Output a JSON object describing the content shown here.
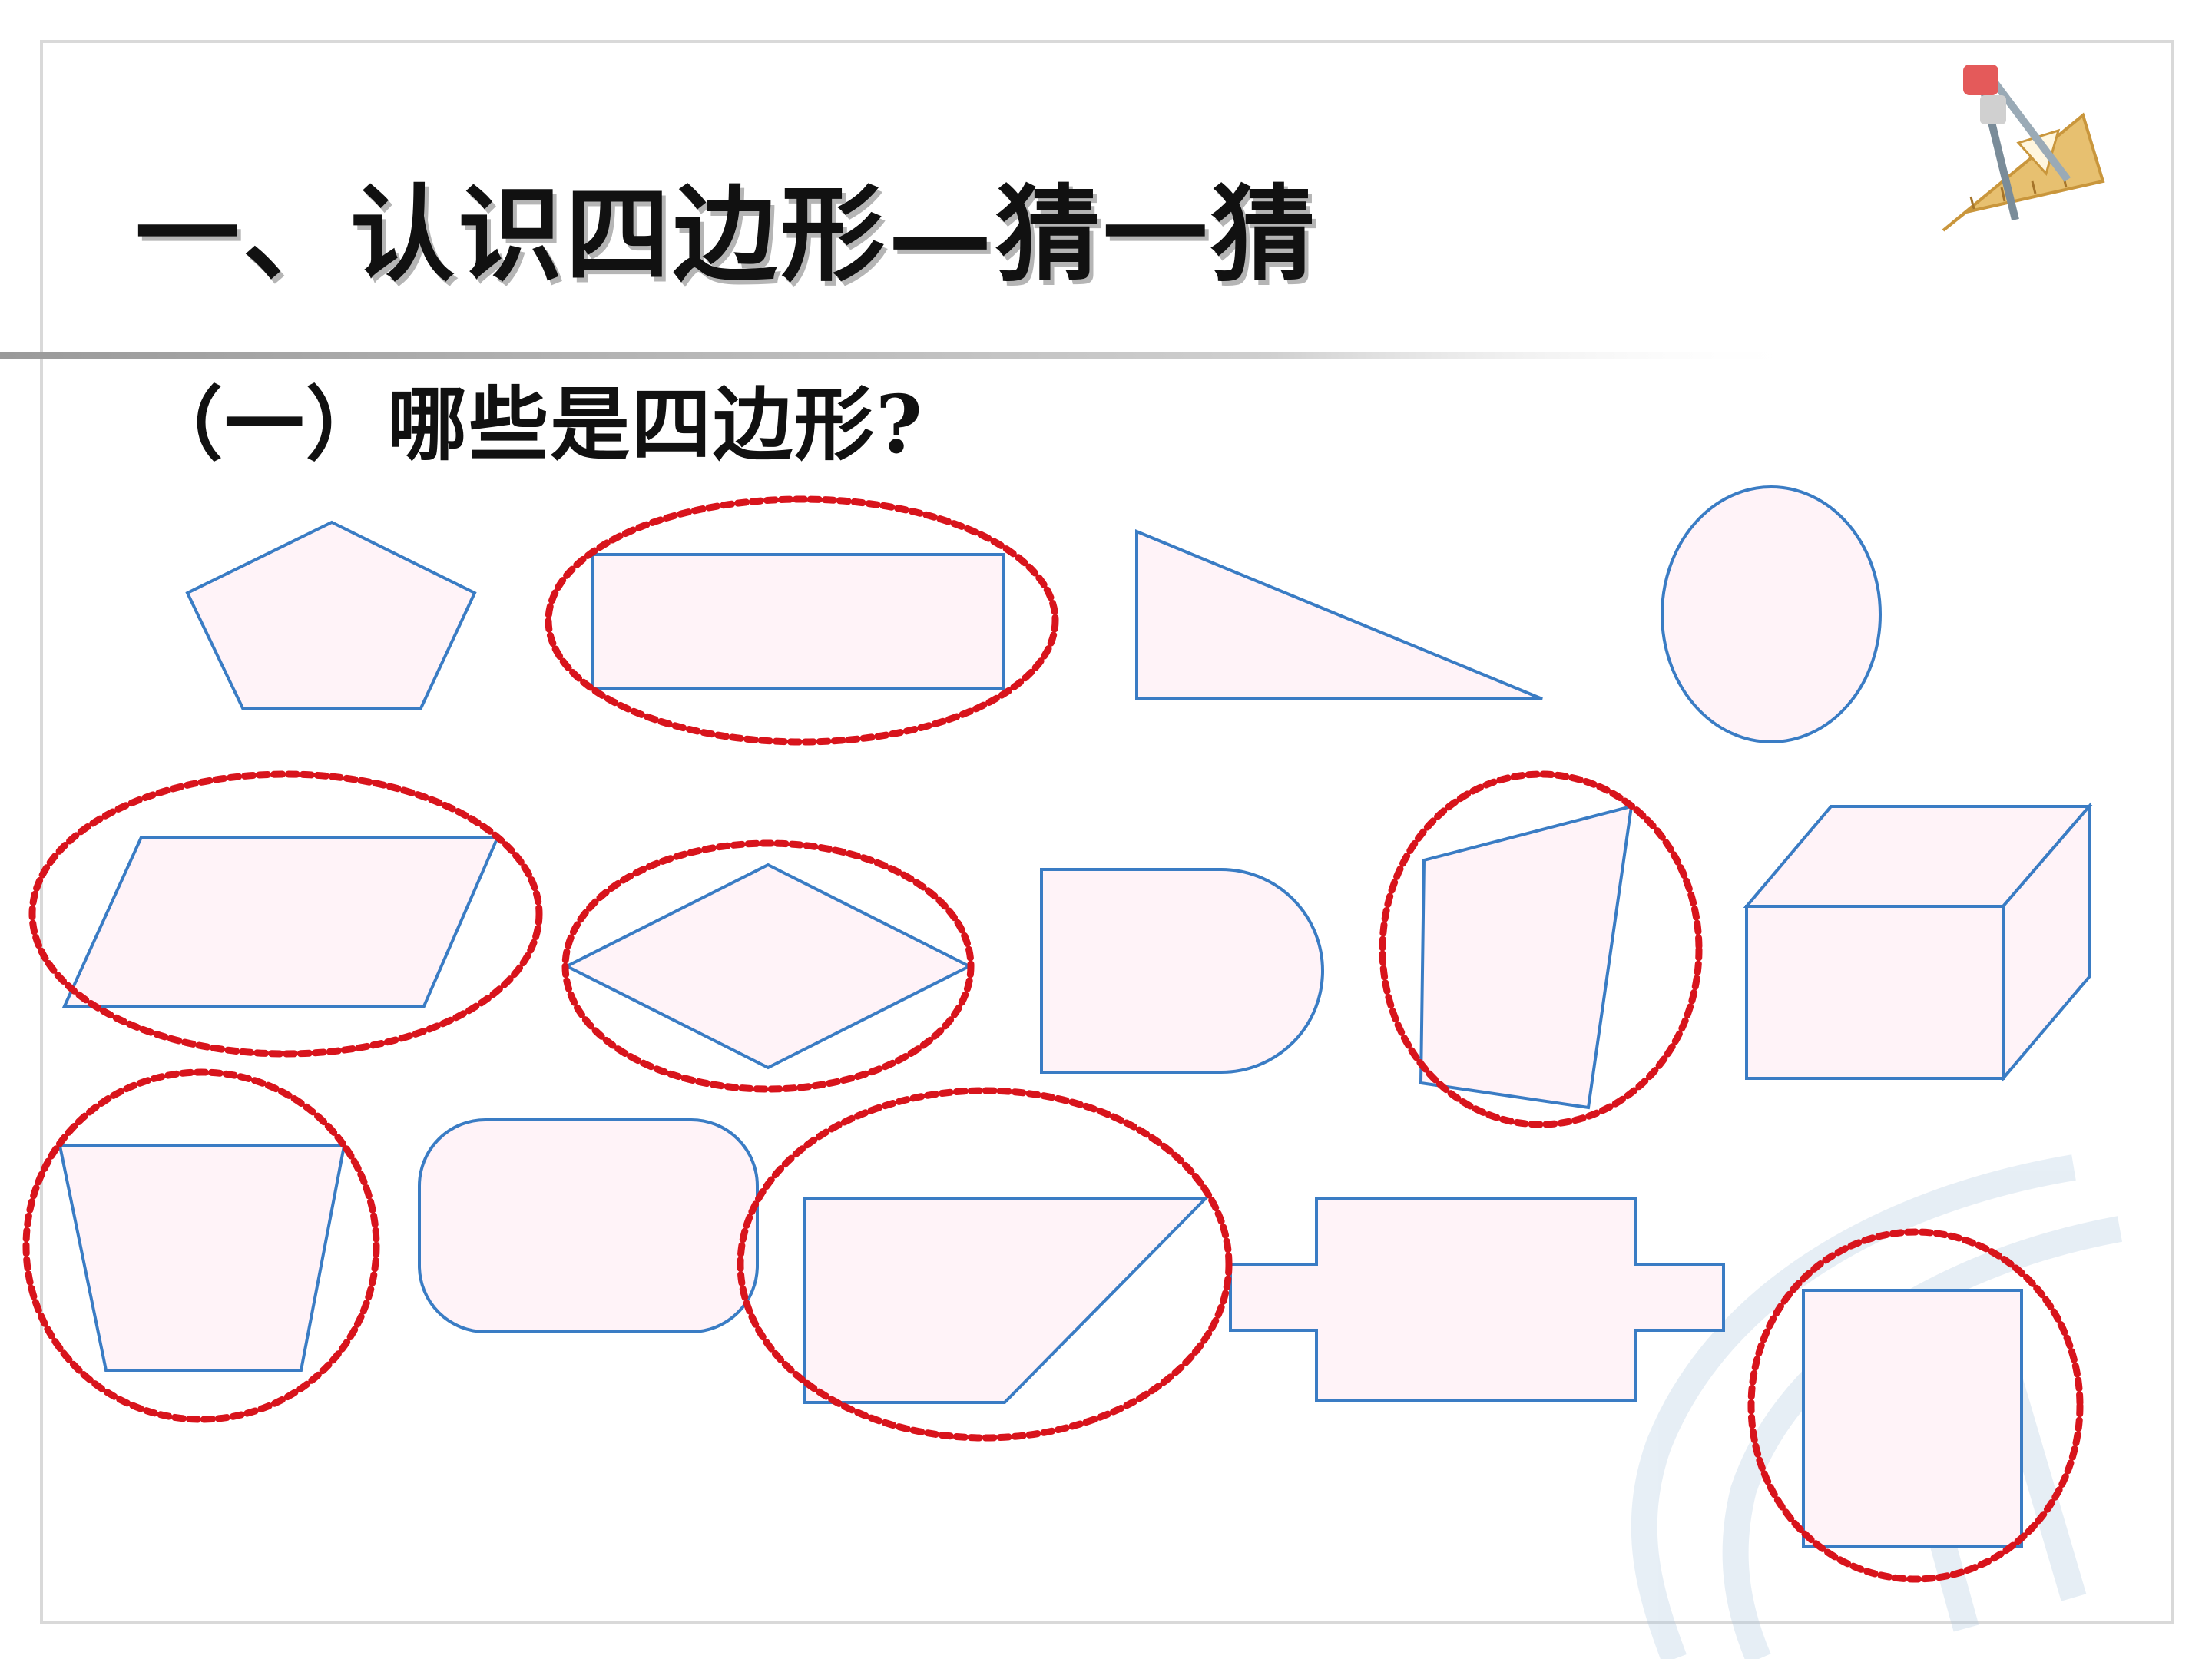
{
  "slide": {
    "title": "一、认识四边形—猜一猜",
    "subtitle": "（一）哪些是四边形?"
  },
  "colors": {
    "shape_stroke": "#3a7cc4",
    "shape_fill": "#fff3f8",
    "circle_mark": "#d8141c",
    "frame": "#d9d9d9"
  },
  "icons": [
    "compass-ruler-icon",
    "watermark-logo-icon"
  ],
  "shapes": [
    {
      "name": "pentagon",
      "circled": false
    },
    {
      "name": "rectangle",
      "circled": true
    },
    {
      "name": "right-triangle",
      "circled": false
    },
    {
      "name": "ellipse",
      "circled": false
    },
    {
      "name": "parallelogram",
      "circled": true
    },
    {
      "name": "rhombus",
      "circled": true
    },
    {
      "name": "d-shape",
      "circled": false
    },
    {
      "name": "irregular-quadrilateral",
      "circled": true
    },
    {
      "name": "cuboid",
      "circled": false
    },
    {
      "name": "trapezoid",
      "circled": true
    },
    {
      "name": "rounded-rectangle",
      "circled": false
    },
    {
      "name": "right-trapezoid",
      "circled": true
    },
    {
      "name": "cross-shape",
      "circled": false
    },
    {
      "name": "square",
      "circled": true
    }
  ]
}
